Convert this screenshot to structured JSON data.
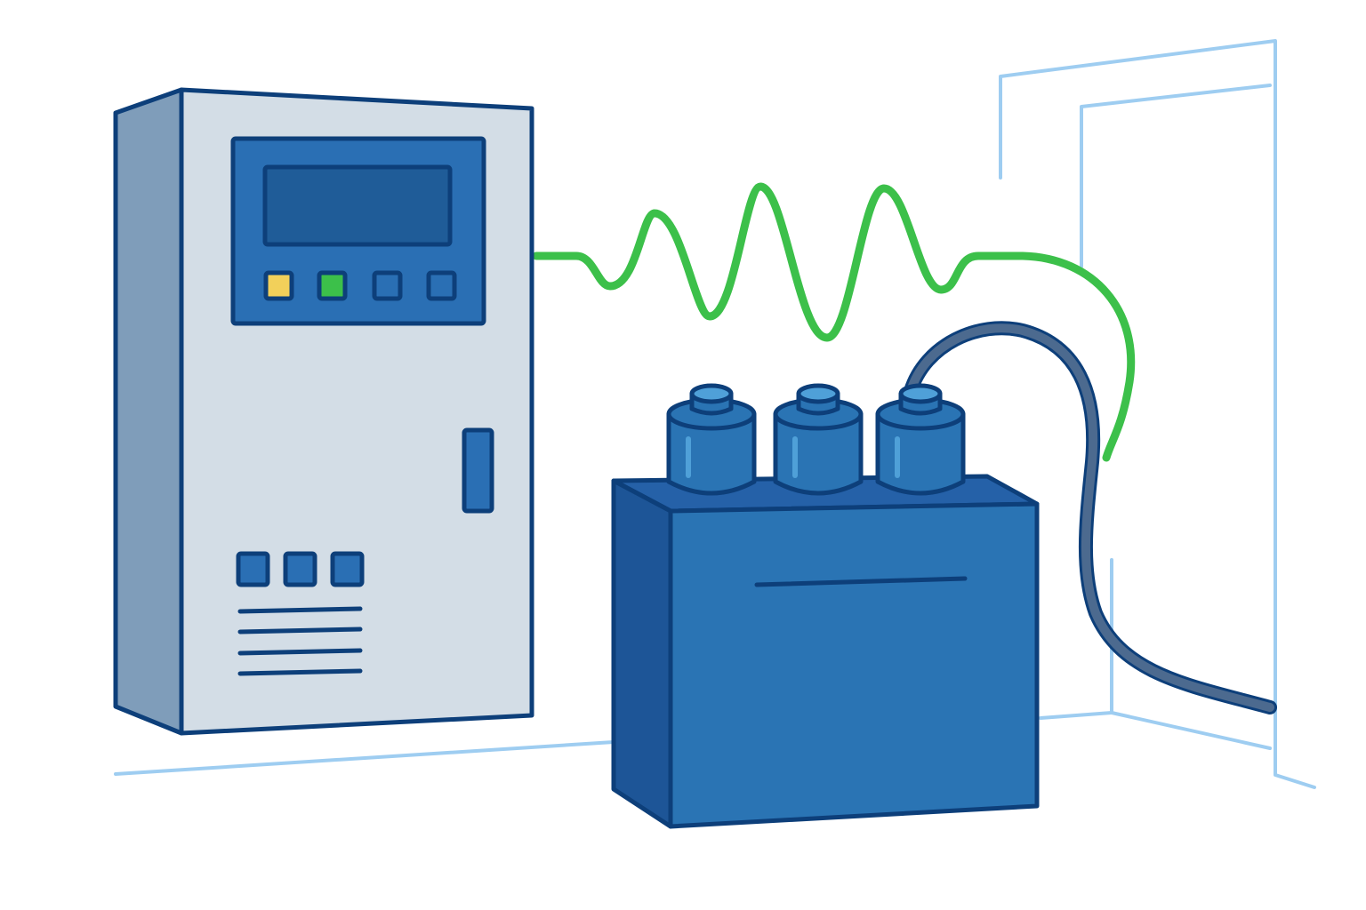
{
  "colors": {
    "background": "#ffffff",
    "outline": "#0d3f7a",
    "cabinet_front": "#d3dde6",
    "cabinet_side": "#7f9dba",
    "panel_blue": "#2a6fb4",
    "screen_dark": "#1f5c98",
    "indicator_yellow": "#f2d05a",
    "indicator_green": "#3cc04a",
    "signal_wave": "#3cc04a",
    "device_front": "#2a74b4",
    "device_top": "#2561a8",
    "device_side": "#1d5597",
    "cap_highlight": "#4fa0d8",
    "cable": "#4c6a8f",
    "room_lines": "#9ecdf1"
  },
  "scene": {
    "control_cabinet": {
      "indicators": [
        "yellow",
        "green",
        "blue",
        "blue"
      ],
      "bottom_buttons": 3,
      "vent_lines": 4
    },
    "capacitor_unit": {
      "capacitors": 3
    }
  }
}
